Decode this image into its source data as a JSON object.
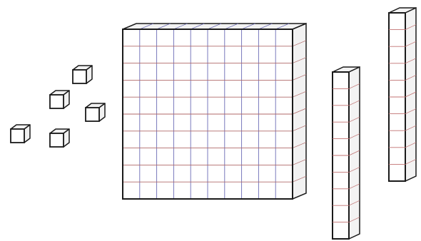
{
  "blocks": {
    "hundreds": 1,
    "tens": 2,
    "ones": 5
  },
  "grid": {
    "flat_rows": 10,
    "flat_cols": 10,
    "rod_units": 10
  },
  "colors": {
    "outline": "#1a1a1a",
    "flat_face": "#ffffff",
    "flat_side": "#f2f2f2",
    "flat_grid_vertical": "#6b6bb5",
    "flat_grid_horizontal": "#b06a6a",
    "rod_grid": "#c07070",
    "rod_side": "#f3f3f3",
    "cube_face": "#ffffff",
    "cube_side": "#f1f1f1"
  }
}
